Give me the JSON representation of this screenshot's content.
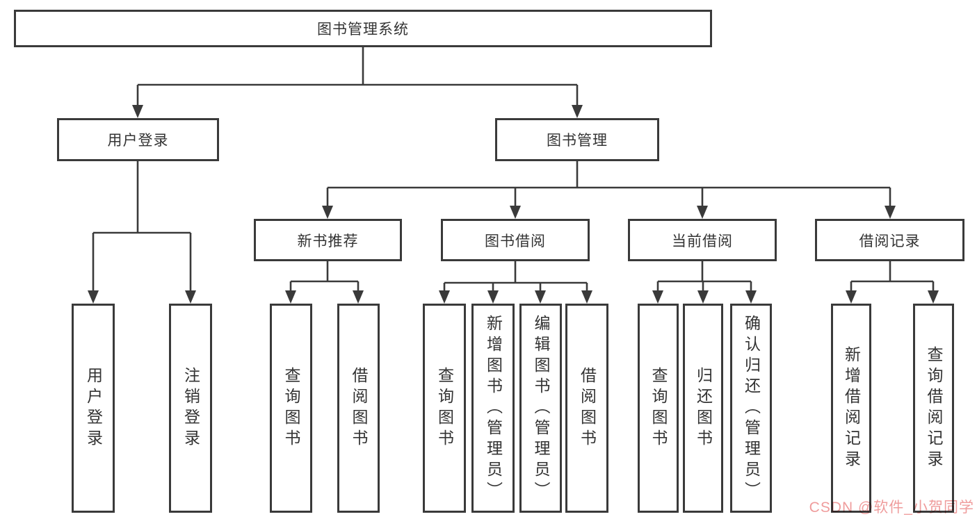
{
  "diagram": {
    "type": "hierarchy-tree",
    "title": "图书管理系统",
    "tree": {
      "root": "root",
      "children": {
        "root": [
          "user_login",
          "book_mgmt"
        ],
        "user_login": [
          "leaf_user_login",
          "leaf_logout"
        ],
        "book_mgmt": [
          "new_book_rec",
          "book_borrow",
          "current_borrow",
          "borrow_record"
        ],
        "new_book_rec": [
          "leaf_rec_query",
          "leaf_rec_borrow"
        ],
        "book_borrow": [
          "leaf_bb_query",
          "leaf_bb_add",
          "leaf_bb_edit",
          "leaf_bb_borrow"
        ],
        "current_borrow": [
          "leaf_cb_query",
          "leaf_cb_return",
          "leaf_cb_confirm"
        ],
        "borrow_record": [
          "leaf_br_add",
          "leaf_br_query"
        ]
      }
    }
  },
  "nodes": {
    "root": {
      "label": "图书管理系统"
    },
    "user_login": {
      "label": "用户登录"
    },
    "book_mgmt": {
      "label": "图书管理"
    },
    "new_book_rec": {
      "label": "新书推荐"
    },
    "book_borrow": {
      "label": "图书借阅"
    },
    "current_borrow": {
      "label": "当前借阅"
    },
    "borrow_record": {
      "label": "借阅记录"
    },
    "leaf_user_login": {
      "label": "用户登录"
    },
    "leaf_logout": {
      "label": "注销登录"
    },
    "leaf_rec_query": {
      "label": "查询图书"
    },
    "leaf_rec_borrow": {
      "label": "借阅图书"
    },
    "leaf_bb_query": {
      "label": "查询图书"
    },
    "leaf_bb_add": {
      "label": "新增图书（管理员）"
    },
    "leaf_bb_edit": {
      "label": "编辑图书（管理员）"
    },
    "leaf_bb_borrow": {
      "label": "借阅图书"
    },
    "leaf_cb_query": {
      "label": "查询图书"
    },
    "leaf_cb_return": {
      "label": "归还图书"
    },
    "leaf_cb_confirm": {
      "label": "确认归还（管理员）"
    },
    "leaf_br_add": {
      "label": "新增借阅记录"
    },
    "leaf_br_query": {
      "label": "查询借阅记录"
    }
  },
  "watermark": {
    "text": "CSDN @软件_小贺同学"
  },
  "colors": {
    "line": "#3a3a3a",
    "text": "#333333",
    "watermark": "#ef9c9c",
    "background": "#ffffff"
  }
}
